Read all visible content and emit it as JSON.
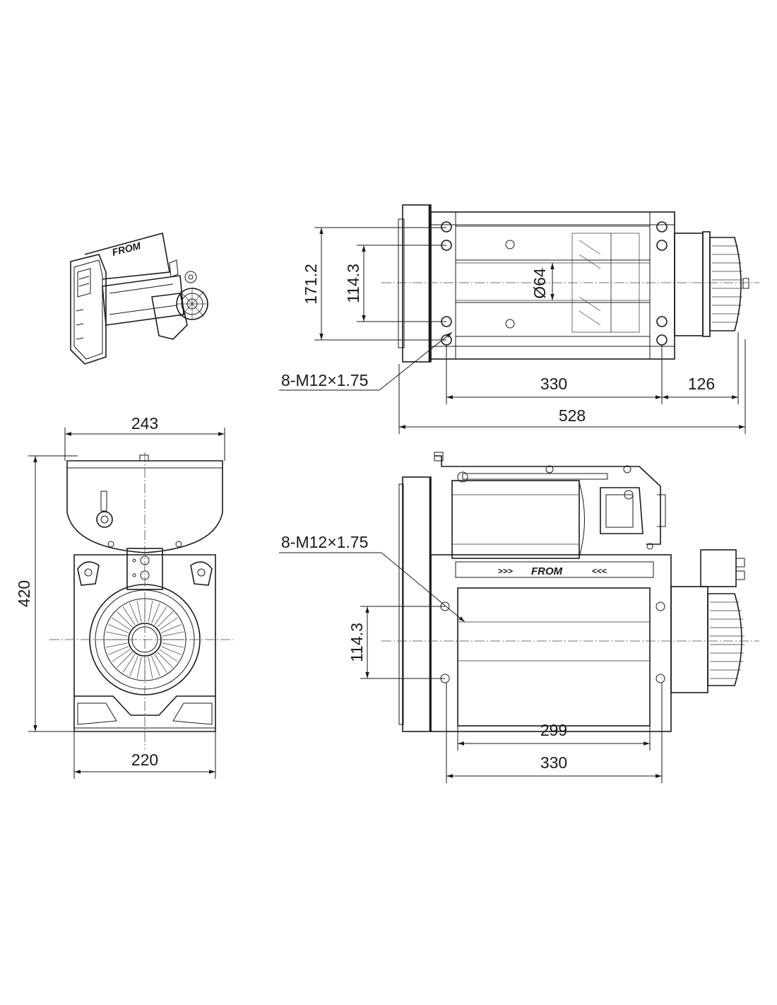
{
  "brand": "FROM",
  "dimensions": {
    "top_view": {
      "height_outer": "171.2",
      "bolt_spacing": "114.3",
      "drum_diameter": "Ø64",
      "bolt_spec": "8-M12×1.75",
      "bolt_length": "330",
      "motor_length": "126",
      "overall_length": "528"
    },
    "front_view": {
      "top_width": "243",
      "height": "420",
      "base_width": "220"
    },
    "side_view": {
      "bolt_spec": "8-M12×1.75",
      "bolt_spacing": "114.3",
      "drum_length": "299",
      "bolt_length": "330"
    }
  },
  "colors": {
    "line": "#1a1a1a",
    "background": "#ffffff"
  }
}
